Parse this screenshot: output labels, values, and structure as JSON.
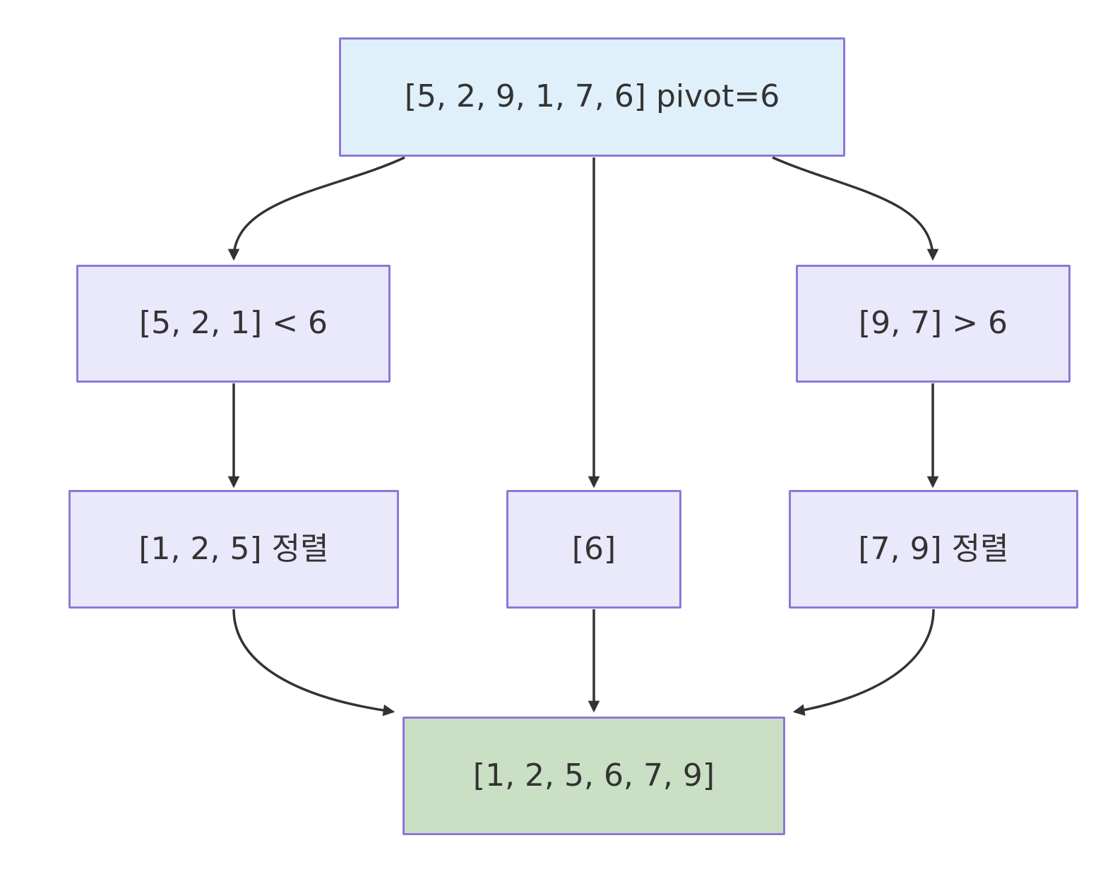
{
  "diagram": {
    "type": "flowchart",
    "direction": "top-down",
    "nodes": [
      {
        "id": "input",
        "label": "[5, 2, 9, 1, 7, 6] pivot=6",
        "kind": "root"
      },
      {
        "id": "less",
        "label": "[5, 2, 1] < 6",
        "kind": "process"
      },
      {
        "id": "greater",
        "label": "[9, 7] > 6",
        "kind": "process"
      },
      {
        "id": "less-sorted",
        "label": "[1, 2, 5] 정렬",
        "kind": "process"
      },
      {
        "id": "pivot",
        "label": "[6]",
        "kind": "process"
      },
      {
        "id": "greater-sorted",
        "label": "[7, 9] 정렬",
        "kind": "process"
      },
      {
        "id": "result",
        "label": "[1, 2, 5, 6, 7, 9]",
        "kind": "result"
      }
    ],
    "edges": [
      {
        "from": "input",
        "to": "less"
      },
      {
        "from": "input",
        "to": "pivot"
      },
      {
        "from": "input",
        "to": "greater"
      },
      {
        "from": "less",
        "to": "less-sorted"
      },
      {
        "from": "greater",
        "to": "greater-sorted"
      },
      {
        "from": "less-sorted",
        "to": "result"
      },
      {
        "from": "pivot",
        "to": "result"
      },
      {
        "from": "greater-sorted",
        "to": "result"
      }
    ],
    "colors": {
      "canvas-bg": "#ffffff",
      "node-border": "#8b79d9",
      "node-fill": "#e9e9fb",
      "root-fill": "#dff0fb",
      "result-fill": "#c9e0c5",
      "edge-color": "#333333",
      "text-color": "#333333"
    }
  }
}
